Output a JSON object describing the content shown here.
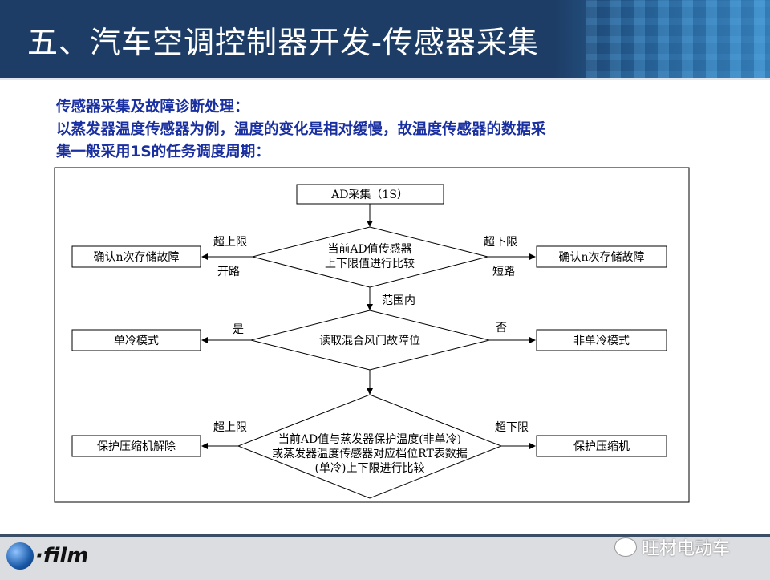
{
  "slide": {
    "title": "五、汽车空调控制器开发-传感器采集",
    "intro": [
      "传感器采集及故障诊断处理：",
      "以蒸发器温度传感器为例，温度的变化是相对缓慢，故温度传感器的数据采",
      "集一般采用1S的任务调度周期："
    ]
  },
  "flow": {
    "start": "AD采集（1S）",
    "d1": [
      "当前AD值传感器",
      "上下限值进行比较"
    ],
    "d1_left_top": "超上限",
    "d1_left_bottom": "开路",
    "d1_right_top": "超下限",
    "d1_right_bottom": "短路",
    "d1_left_box": "确认n次存储故障",
    "d1_right_box": "确认n次存储故障",
    "d1_down": "范围内",
    "d2": "读取混合风门故障位",
    "d2_left": "是",
    "d2_right": "否",
    "d2_left_box": "单冷模式",
    "d2_right_box": "非单冷模式",
    "d3": [
      "当前AD值与蒸发器保护温度(非单冷)",
      "或蒸发器温度传感器对应档位RT表数据",
      "(单冷)上下限进行比较"
    ],
    "d3_left": "超上限",
    "d3_right": "超下限",
    "d3_left_box": "保护压缩机解除",
    "d3_right_box": "保护压缩机"
  },
  "footer": {
    "logo": "·film",
    "watermark": "旺材电动车"
  }
}
